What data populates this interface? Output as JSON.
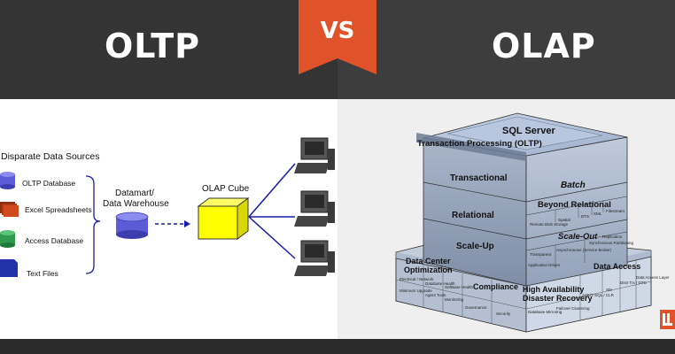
{
  "header": {
    "left_title": "OLTP",
    "vs": "VS",
    "right_title": "OLAP"
  },
  "oltp_diagram": {
    "sources_title": "Disparate Data Sources",
    "sources": [
      {
        "label": "OLTP Database",
        "shape": "database",
        "color": "#5b5bd6"
      },
      {
        "label": "Excel Spreadsheets",
        "shape": "stacked-sheets",
        "color": "#c0461c"
      },
      {
        "label": "Access Database",
        "shape": "database",
        "color": "#2e9a4e"
      },
      {
        "label": "Text Files",
        "shape": "document",
        "color": "#2233aa"
      }
    ],
    "datamart_label_line1": "Datamart/",
    "datamart_label_line2": "Data Warehouse",
    "cube_label": "OLAP Cube",
    "client_icon": "desktop-computer-icon",
    "colors": {
      "datamart": "#5b5bd6",
      "cube": "#ffff00",
      "arrows": "#1a1aaa"
    }
  },
  "olap_diagram": {
    "top": "SQL Server",
    "band_title": "Transaction Processing (OLTP)",
    "left_layers": [
      "Transactional",
      "Relational",
      "Scale-Up"
    ],
    "right_layers": [
      "Batch",
      "Beyond Relational",
      "Scale-Out"
    ],
    "right_small_1": [
      "Spatial",
      "XML",
      "FILESTREAM"
    ],
    "right_small_2": [
      "Remote Blob Storage",
      "Spatial",
      "DTS",
      "XML",
      "Filestream"
    ],
    "right_small_3": [
      "Replication",
      "Transparent",
      "Asynchronous (Service Broker)",
      "Synchronous Partitioning"
    ],
    "right_small_4": [
      "Application Driven"
    ],
    "base_left_title_1": "Data Center",
    "base_left_title_2": "Optimization",
    "base_left_items": [
      "Electrical / Network",
      "Database Health",
      "Software Health",
      "Minimum Upgrade",
      "Agent Tools",
      "Monitoring"
    ],
    "compliance": "Compliance",
    "compliance_items": [
      "Governance",
      "Security"
    ],
    "ha_line1": "High Availability",
    "ha_line2": "Disaster Recovery",
    "ha_items": [
      "Database Mirroring",
      "Failover Clustering",
      "ASE/T-SQL / CLR",
      "Shr",
      "Distr Trx / DTC",
      "Data Access Layer"
    ],
    "data_access": "Data Access",
    "colors": {
      "top": "#a8b8d4",
      "left_face": "#8f9fb8",
      "right_face": "#a4b2c6",
      "base": "#b8c4d8"
    }
  },
  "brand": {
    "accent": "#e0532a",
    "dark": "#343434"
  }
}
